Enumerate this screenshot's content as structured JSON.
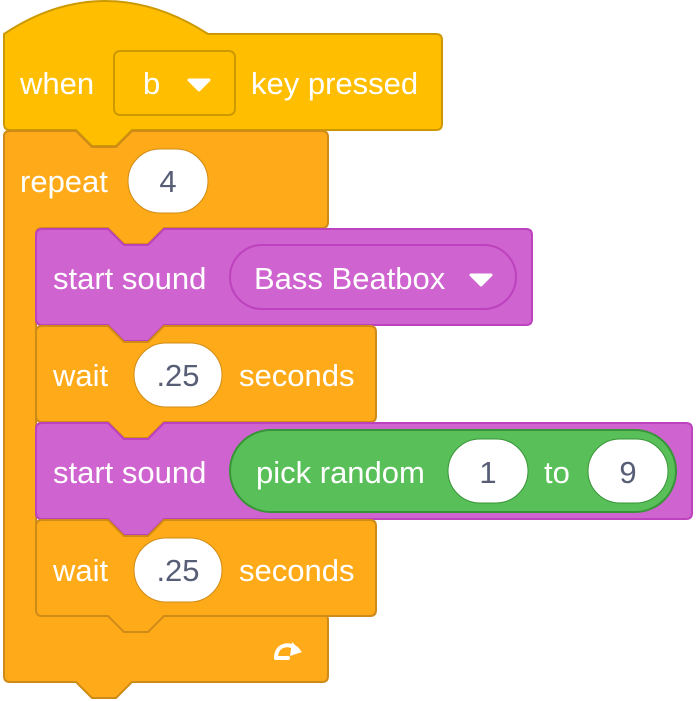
{
  "colors": {
    "events": "#FFBF00",
    "events_edge": "#CC9900",
    "control": "#FFAB19",
    "control_edge": "#CF8B17",
    "sound": "#CF63CF",
    "sound_edge": "#BD42BD",
    "operators": "#59C059",
    "operators_edge": "#389438",
    "input_text": "#575E75"
  },
  "hat": {
    "when": "when",
    "key": "b",
    "suffix": "key pressed"
  },
  "repeat": {
    "label": "repeat",
    "count": "4",
    "loop_icon": "loop-arrow-icon"
  },
  "stack": [
    {
      "kind": "sound",
      "label": "start sound",
      "menu": "Bass Beatbox"
    },
    {
      "kind": "wait",
      "label": "wait",
      "value": ".25",
      "unit": "seconds"
    },
    {
      "kind": "sound",
      "label": "start sound",
      "reporter": {
        "label": "pick random",
        "from": "1",
        "to_label": "to",
        "to": "9"
      }
    },
    {
      "kind": "wait",
      "label": "wait",
      "value": ".25",
      "unit": "seconds"
    }
  ],
  "icons": {
    "dropdown": "dropdown-arrow-icon"
  }
}
